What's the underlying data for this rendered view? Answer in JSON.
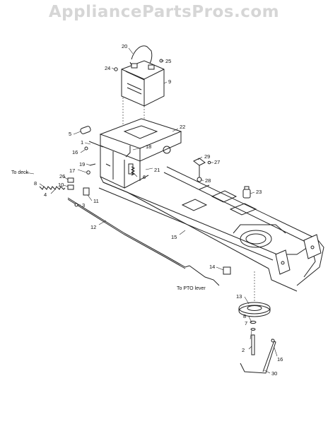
{
  "watermark": "AppliancePartsPros.com",
  "captions": {
    "to_deck": "To deck",
    "to_pto": "To PTO lever"
  },
  "callouts": {
    "c20": "20",
    "c25": "25",
    "c24": "24",
    "c9": "9",
    "c22": "22",
    "c5": "5",
    "c1": "1",
    "c18": "18",
    "c16a": "16",
    "c29": "29",
    "c27": "27",
    "c17": "17",
    "c19": "19",
    "c21": "21",
    "c6": "6",
    "c28": "28",
    "c26": "26",
    "c10": "10",
    "c8a": "8",
    "c4": "4",
    "c11": "11",
    "c23": "23",
    "c3": "3",
    "c12": "12",
    "c15": "15",
    "c14": "14",
    "c13": "13",
    "c8b": "8",
    "c7": "7",
    "c2": "2",
    "c16b": "16",
    "c30": "30"
  }
}
